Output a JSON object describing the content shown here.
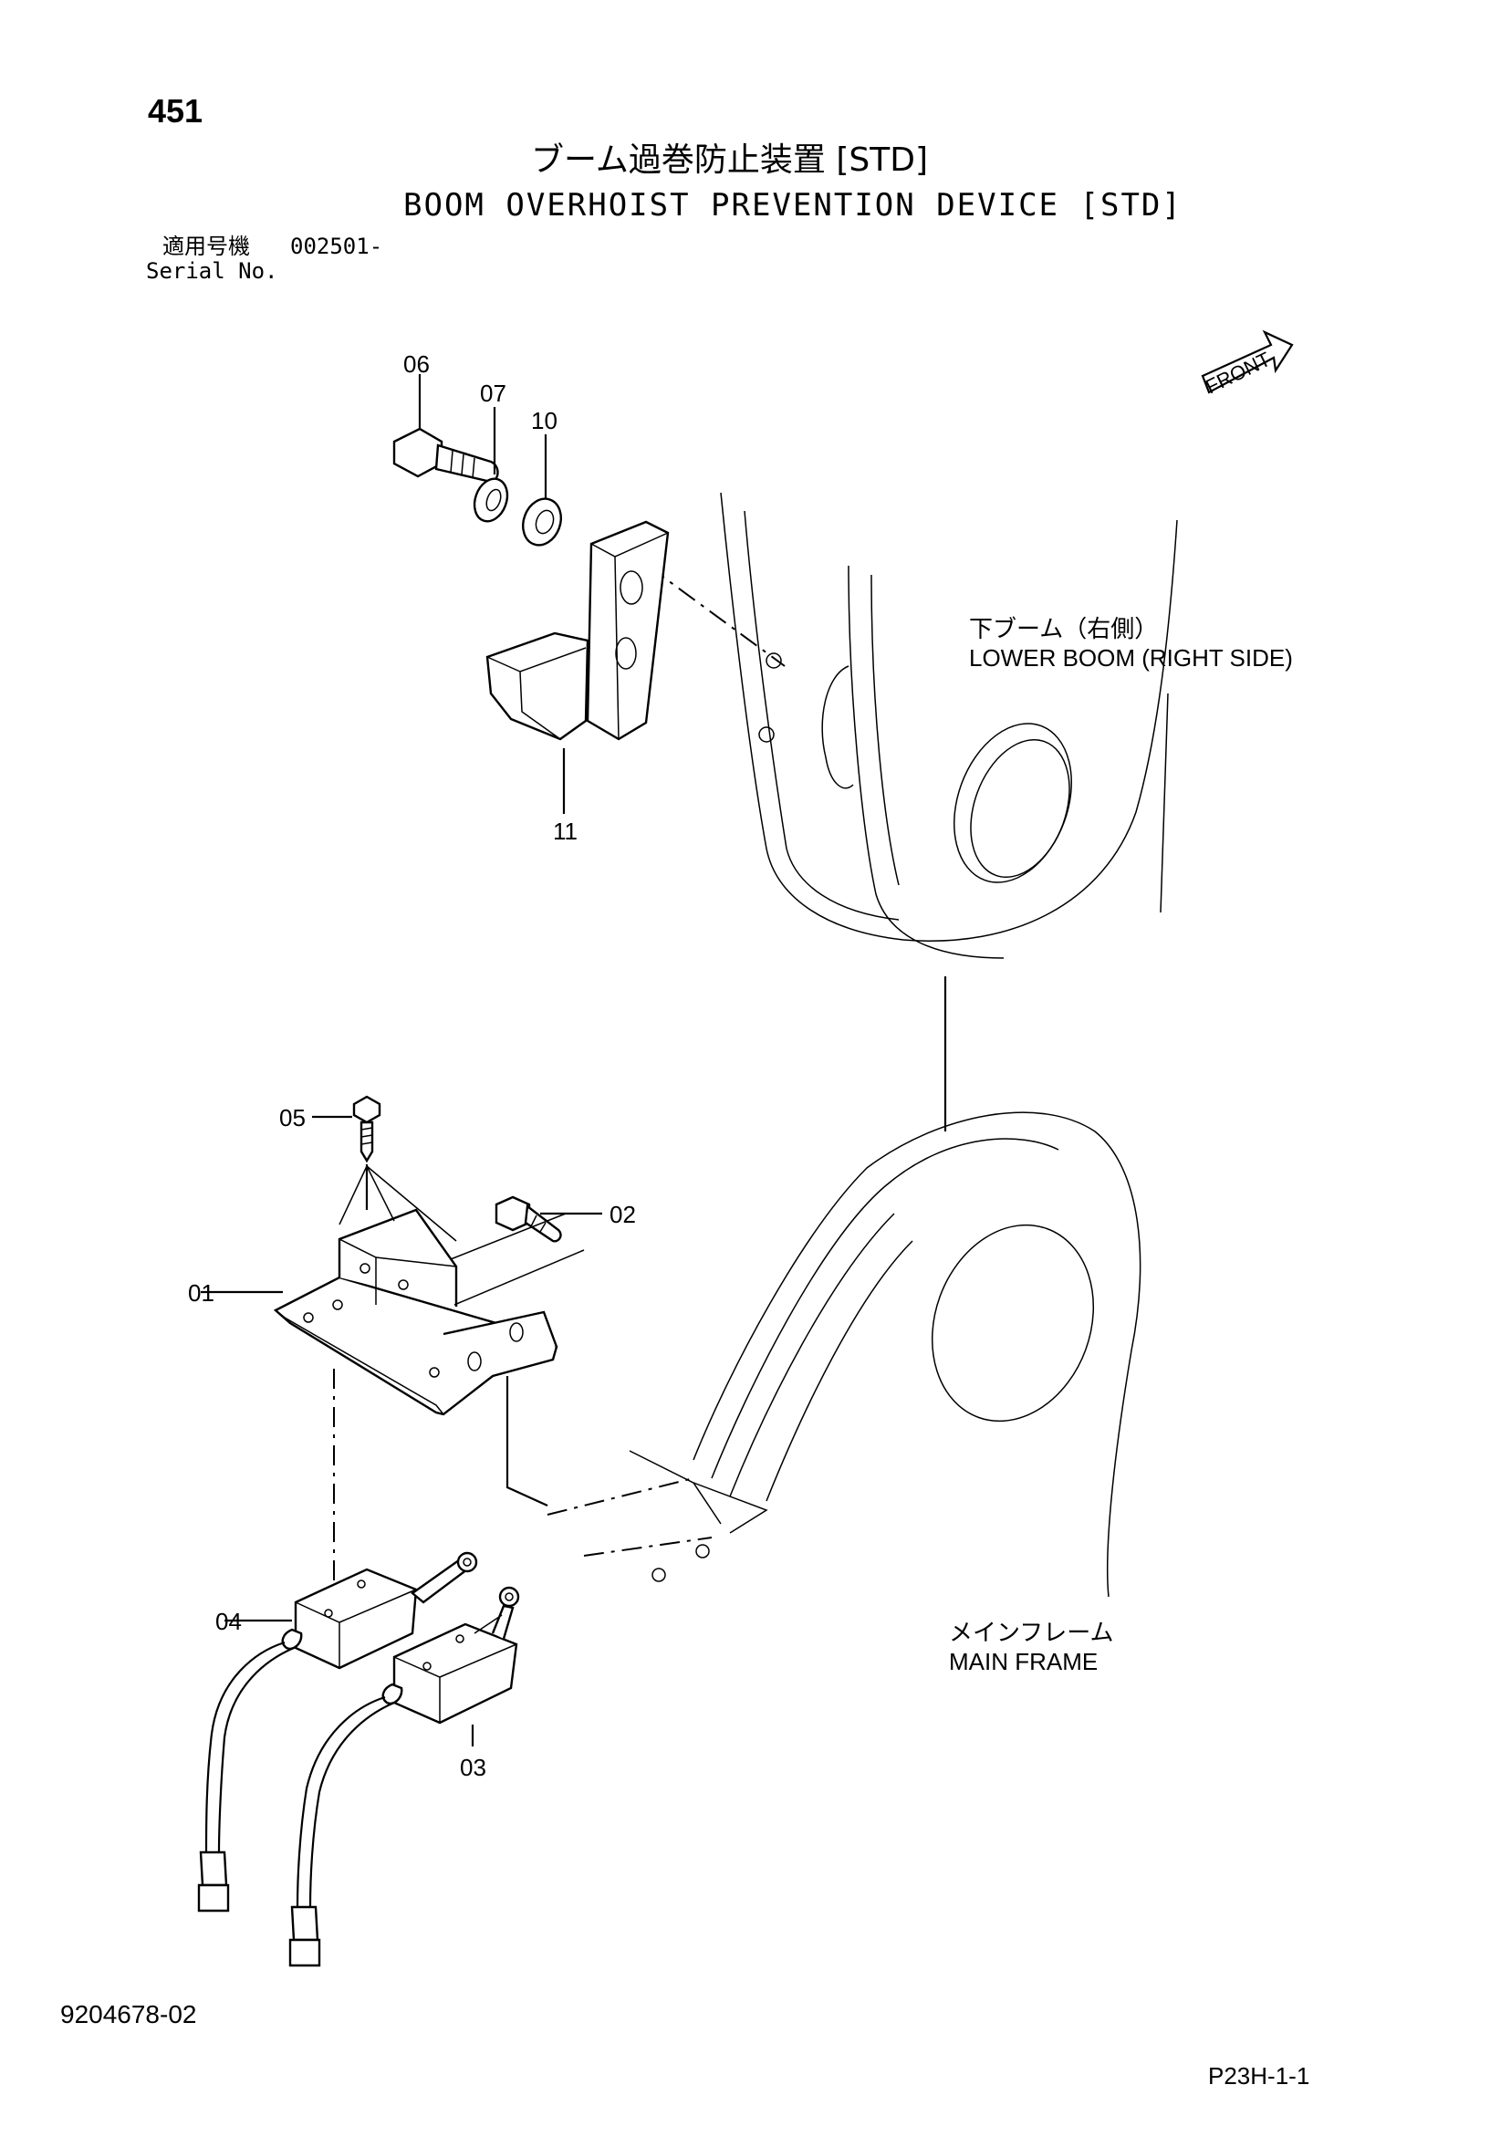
{
  "header": {
    "page_number": "451",
    "title_jp": "ブーム過巻防止装置 [STD]",
    "title_en": "BOOM OVERHOIST PREVENTION DEVICE [STD]",
    "serial_label_jp": "適用号機",
    "serial_value": "002501-",
    "serial_label_en": "Serial No."
  },
  "callouts": [
    "06",
    "07",
    "10",
    "11",
    "05",
    "02",
    "01",
    "04",
    "03"
  ],
  "labels": {
    "front": "FRONT",
    "lower_boom_jp": "下ブーム（右側）",
    "lower_boom_en": "LOWER BOOM (RIGHT SIDE)",
    "main_frame_jp": "メインフレーム",
    "main_frame_en": "MAIN FRAME"
  },
  "footer": {
    "document_number": "9204678-02",
    "page_code": "P23H-1-1"
  }
}
